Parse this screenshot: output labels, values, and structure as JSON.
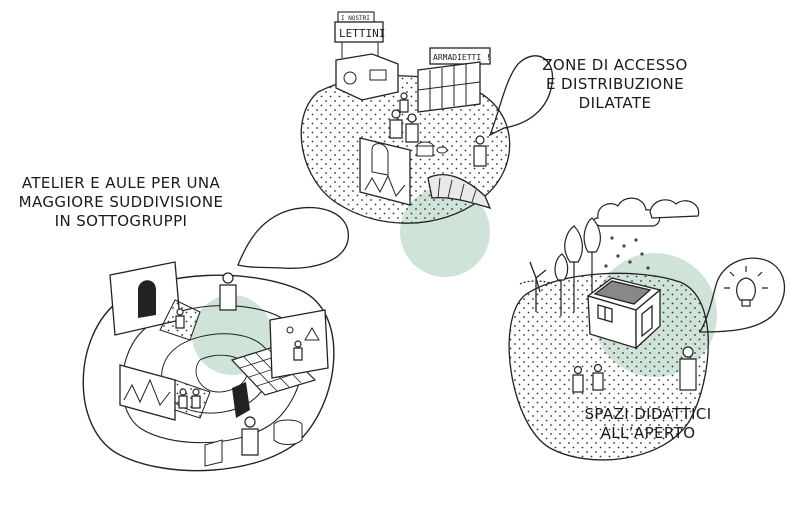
{
  "captions": {
    "access": [
      "ZONE DI ACCESSO",
      "E DISTRIBUZIONE",
      "DILATATE"
    ],
    "atelier": [
      "ATELIER E AULE PER UNA",
      "MAGGIORE SUDDIVISIONE",
      "IN SOTTOGRUPPI"
    ],
    "outdoor": [
      "SPAZI DIDATTICI",
      "ALL’APERTO"
    ]
  },
  "signs": {
    "small": "I NOSTRI",
    "lettini": "LETTINI",
    "armadietti": "ARMADIETTI !"
  },
  "colors": {
    "accent_circle": "#cfe3d9",
    "ink": "#222222"
  }
}
